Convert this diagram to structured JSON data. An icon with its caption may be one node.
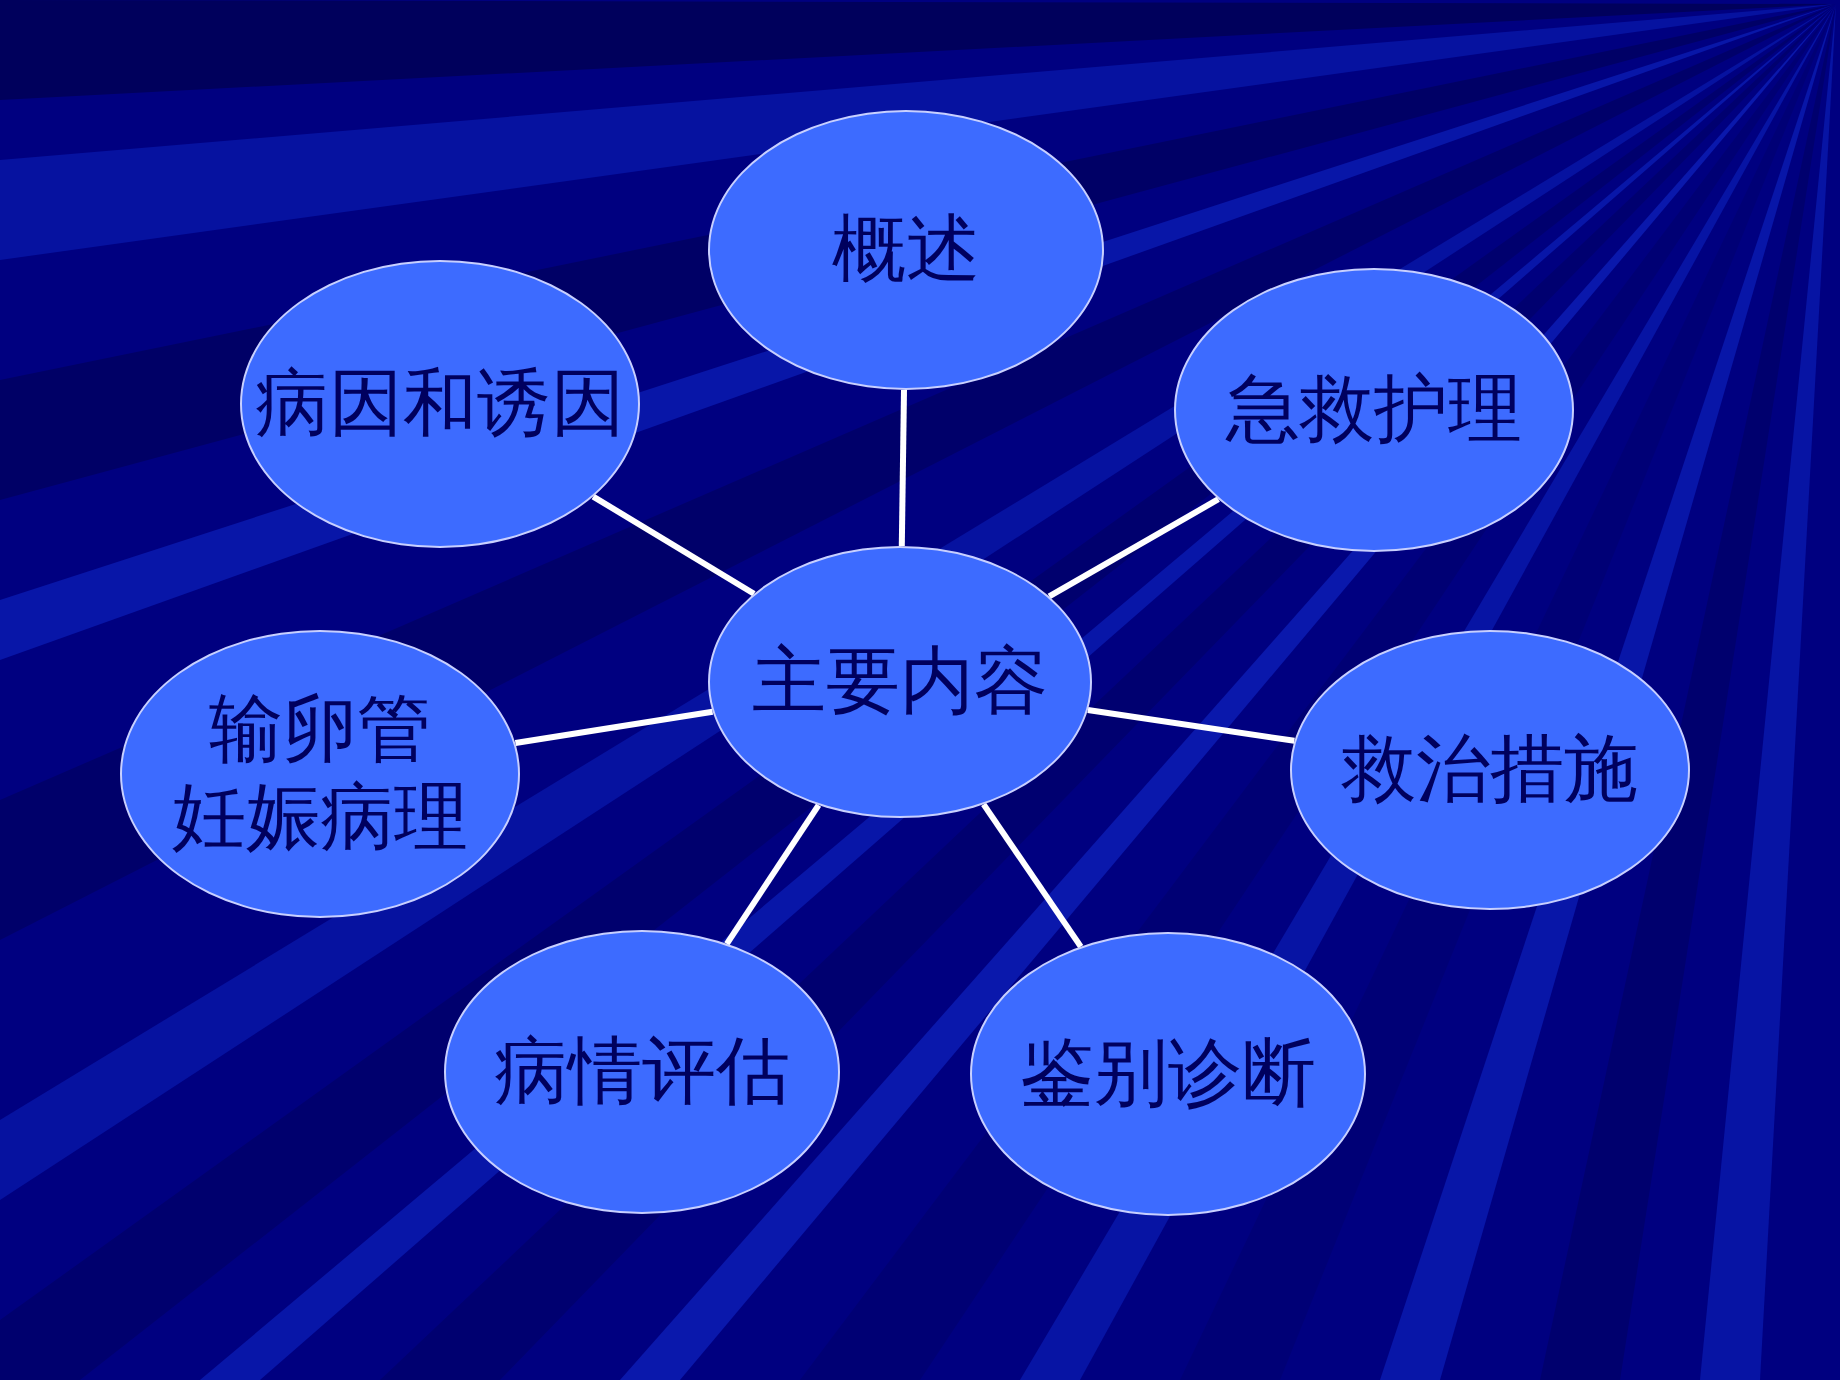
{
  "diagram": {
    "nodes": [
      {
        "text": [
          "概述"
        ]
      },
      {
        "text": [
          "病因和诱因"
        ]
      },
      {
        "text": [
          "急救护理"
        ]
      },
      {
        "text": [
          "主要内容"
        ]
      },
      {
        "text": [
          "输卵管妊娠病理"
        ]
      },
      {
        "text": [
          "救治措施"
        ]
      },
      {
        "text": [
          "病情评估"
        ]
      },
      {
        "text": [
          "鉴别诊断"
        ]
      }
    ],
    "edges": [
      {
        "from": 3,
        "to": 0,
        "arrow": "none"
      },
      {
        "from": 3,
        "to": 1,
        "arrow": "none"
      },
      {
        "from": 3,
        "to": 2,
        "arrow": "none"
      },
      {
        "from": 3,
        "to": 4,
        "arrow": "none"
      },
      {
        "from": 3,
        "to": 5,
        "arrow": "none"
      },
      {
        "from": 3,
        "to": 6,
        "arrow": "none"
      },
      {
        "from": 3,
        "to": 7,
        "arrow": "none"
      }
    ]
  }
}
